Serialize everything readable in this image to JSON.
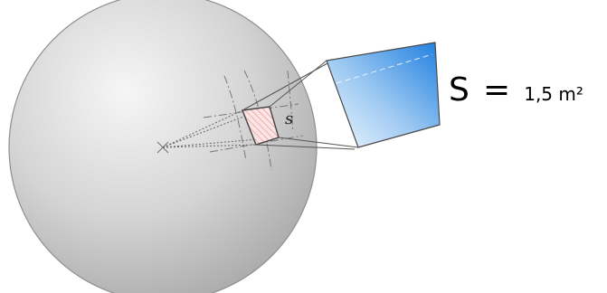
{
  "diagram": {
    "patch_label": "s",
    "area_symbol": "S",
    "area_equals": "=",
    "area_value": "1,5 m²",
    "colors": {
      "sphere_light": "#f4f4f4",
      "sphere_dark": "#a9a9a9",
      "patch_fill": "#fbe1e1",
      "patch_hatch": "#e98b8b",
      "panel_light": "#eaf4fd",
      "panel_dark": "#1f7fe0"
    }
  }
}
